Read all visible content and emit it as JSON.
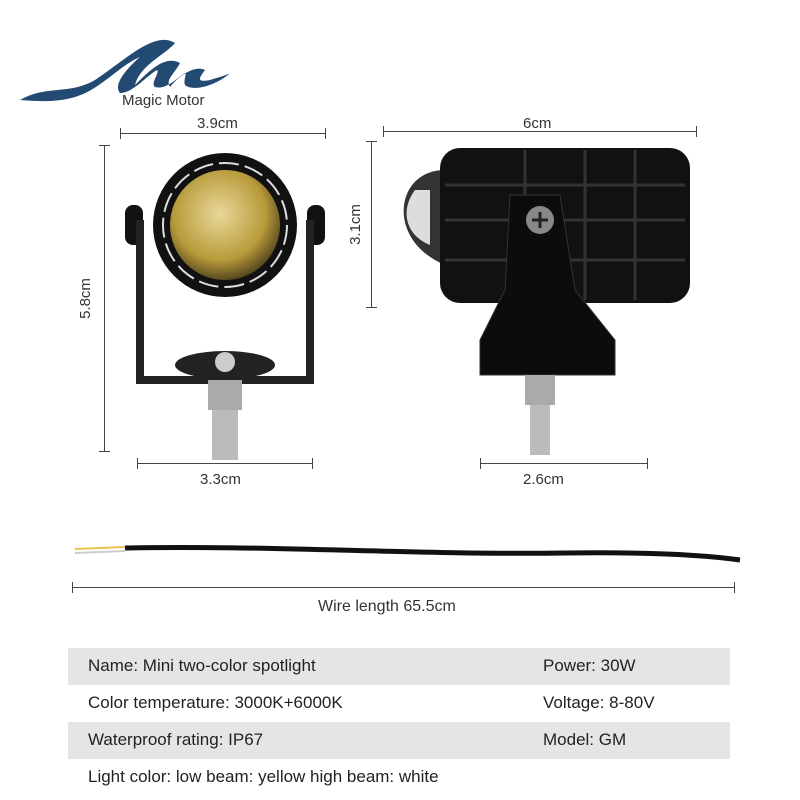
{
  "brand": {
    "name": "Magic Motor",
    "color": "#234a72"
  },
  "dimensions": {
    "front_width": "3.9cm",
    "front_height": "5.8cm",
    "front_bottom": "3.3cm",
    "side_width": "6cm",
    "side_height": "3.1cm",
    "side_bottom": "2.6cm"
  },
  "wire": {
    "label": "Wire length 65.5cm"
  },
  "specs": [
    {
      "left": "Name: Mini two-color spotlight",
      "right": "Power: 30W"
    },
    {
      "left": "Color temperature: 3000K+6000K",
      "right": "Voltage: 8-80V"
    },
    {
      "left": "Waterproof rating: IP67",
      "right": "Model: GM"
    },
    {
      "left": "Light color: low beam: yellow high beam: white",
      "right": ""
    }
  ]
}
